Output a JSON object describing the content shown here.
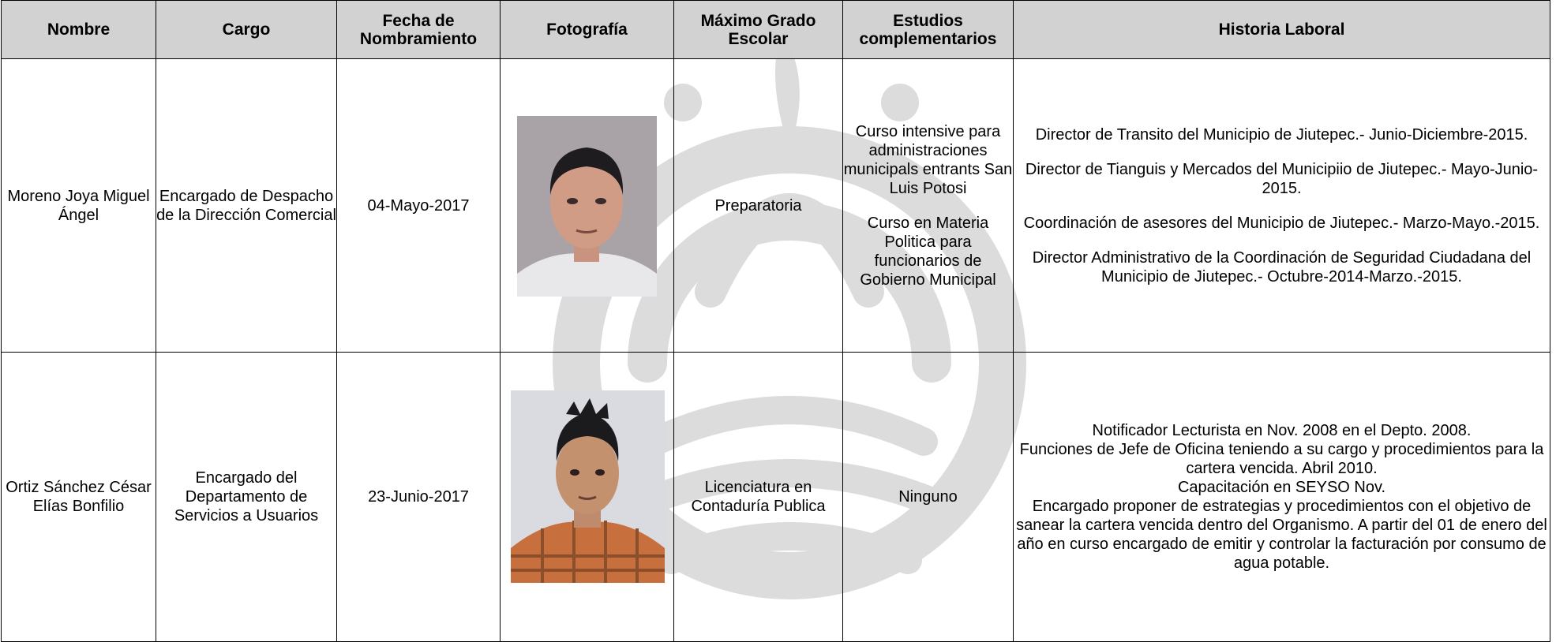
{
  "headers": {
    "nombre": "Nombre",
    "cargo": "Cargo",
    "fecha": "Fecha de Nombramiento",
    "fotografia": "Fotografía",
    "grado": "Máximo Grado Escolar",
    "estudios": "Estudios complementarios",
    "historia": "Historia Laboral"
  },
  "rows": [
    {
      "nombre": "Moreno Joya Miguel Ángel",
      "cargo": "Encargado de Despacho de la Dirección Comercial",
      "fecha": "04-Mayo-2017",
      "grado": "Preparatoria",
      "estudios": [
        "Curso intensive para administraciones municipals entrants San Luis Potosi",
        "Curso en Materia Politica para funcionarios de Gobierno Municipal"
      ],
      "historia": [
        "Director de Transito del Municipio de Jiutepec.- Junio-Diciembre-2015.",
        "Director de Tianguis y Mercados del Municipiio de Jiutepec.- Mayo-Junio-2015.",
        "Coordinación de asesores del Municipio de Jiutepec.- Marzo-Mayo.-2015.",
        "Director Administrativo de la Coordinación de Seguridad Ciudadana del Municipio de Jiutepec.- Octubre-2014-Marzo.-2015."
      ]
    },
    {
      "nombre": "Ortiz Sánchez César Elías Bonfilio",
      "cargo": "Encargado del Departamento de Servicios a Usuarios",
      "fecha": "23-Junio-2017",
      "grado": "Licenciatura en Contaduría Publica",
      "estudios": [
        "Ninguno"
      ],
      "historia": [
        "Notificador Lecturista en Nov. 2008 en el Depto. 2008.",
        "Funciones de Jefe de Oficina teniendo a su cargo y procedimientos para la cartera vencida. Abril 2010.",
        "Capacitación en SEYSO Nov.",
        "Encargado proponer de estrategias y procedimientos con el objetivo de sanear la cartera vencida dentro del Organismo. A partir del 01 de enero del año en curso encargado de emitir y controlar la facturación por consumo de agua potable."
      ]
    }
  ],
  "colors": {
    "header_bg": "#d0d0d0",
    "border": "#000000",
    "watermark": "#dcdcdc"
  }
}
